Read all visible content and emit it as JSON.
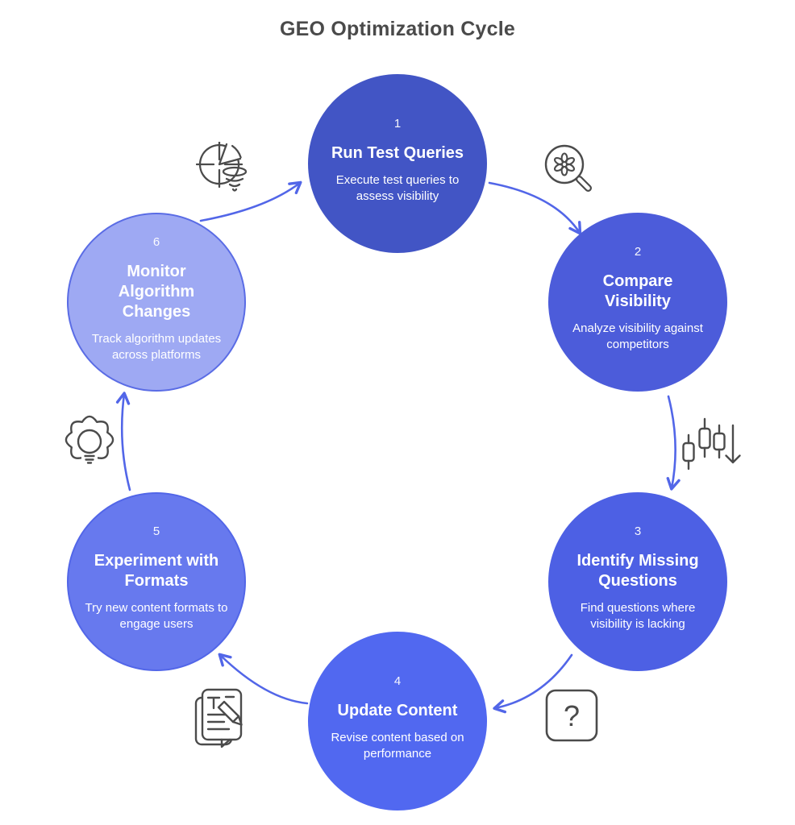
{
  "title": "GEO Optimization Cycle",
  "steps": [
    {
      "number": "1",
      "title": "Run Test Queries",
      "description": "Execute test queries to assess visibility",
      "color": "#4255c5"
    },
    {
      "number": "2",
      "title": "Compare Visibility",
      "description": "Analyze visibility against competitors",
      "color": "#4c5cda"
    },
    {
      "number": "3",
      "title": "Identify Missing Questions",
      "description": "Find questions where visibility is lacking",
      "color": "#4d60e4"
    },
    {
      "number": "4",
      "title": "Update Content",
      "description": "Revise content based on performance",
      "color": "#5168f0"
    },
    {
      "number": "5",
      "title": "Experiment with Formats",
      "description": "Try new content formats to engage users",
      "color": "#6779ee",
      "border_color": "#5266e8"
    },
    {
      "number": "6",
      "title": "Monitor Algorithm Changes",
      "description": "Track algorithm updates across platforms",
      "color": "#9ea9f3",
      "border_color": "#5a6ce5"
    }
  ],
  "icons": {
    "between_6_and_1": {
      "name": "target-chart-funnel-icon"
    },
    "between_1_and_2": {
      "name": "search-gear-icon"
    },
    "between_2_and_3": {
      "name": "candlestick-decline-icon"
    },
    "between_3_and_4": {
      "name": "question-box-icon",
      "glyph": "?"
    },
    "between_4_and_5": {
      "name": "document-edit-icon"
    },
    "between_5_and_6": {
      "name": "gear-lightbulb-icon"
    }
  },
  "arrows": [
    {
      "from": "1",
      "to": "2"
    },
    {
      "from": "2",
      "to": "3"
    },
    {
      "from": "3",
      "to": "4"
    },
    {
      "from": "4",
      "to": "5"
    },
    {
      "from": "5",
      "to": "6"
    },
    {
      "from": "6",
      "to": "1"
    }
  ],
  "colors": {
    "background": "#ffffff",
    "title_text": "#4a4a4a",
    "arrow": "#5266e8",
    "icon_stroke": "#4b4b4b",
    "step_text": "#ffffff"
  }
}
